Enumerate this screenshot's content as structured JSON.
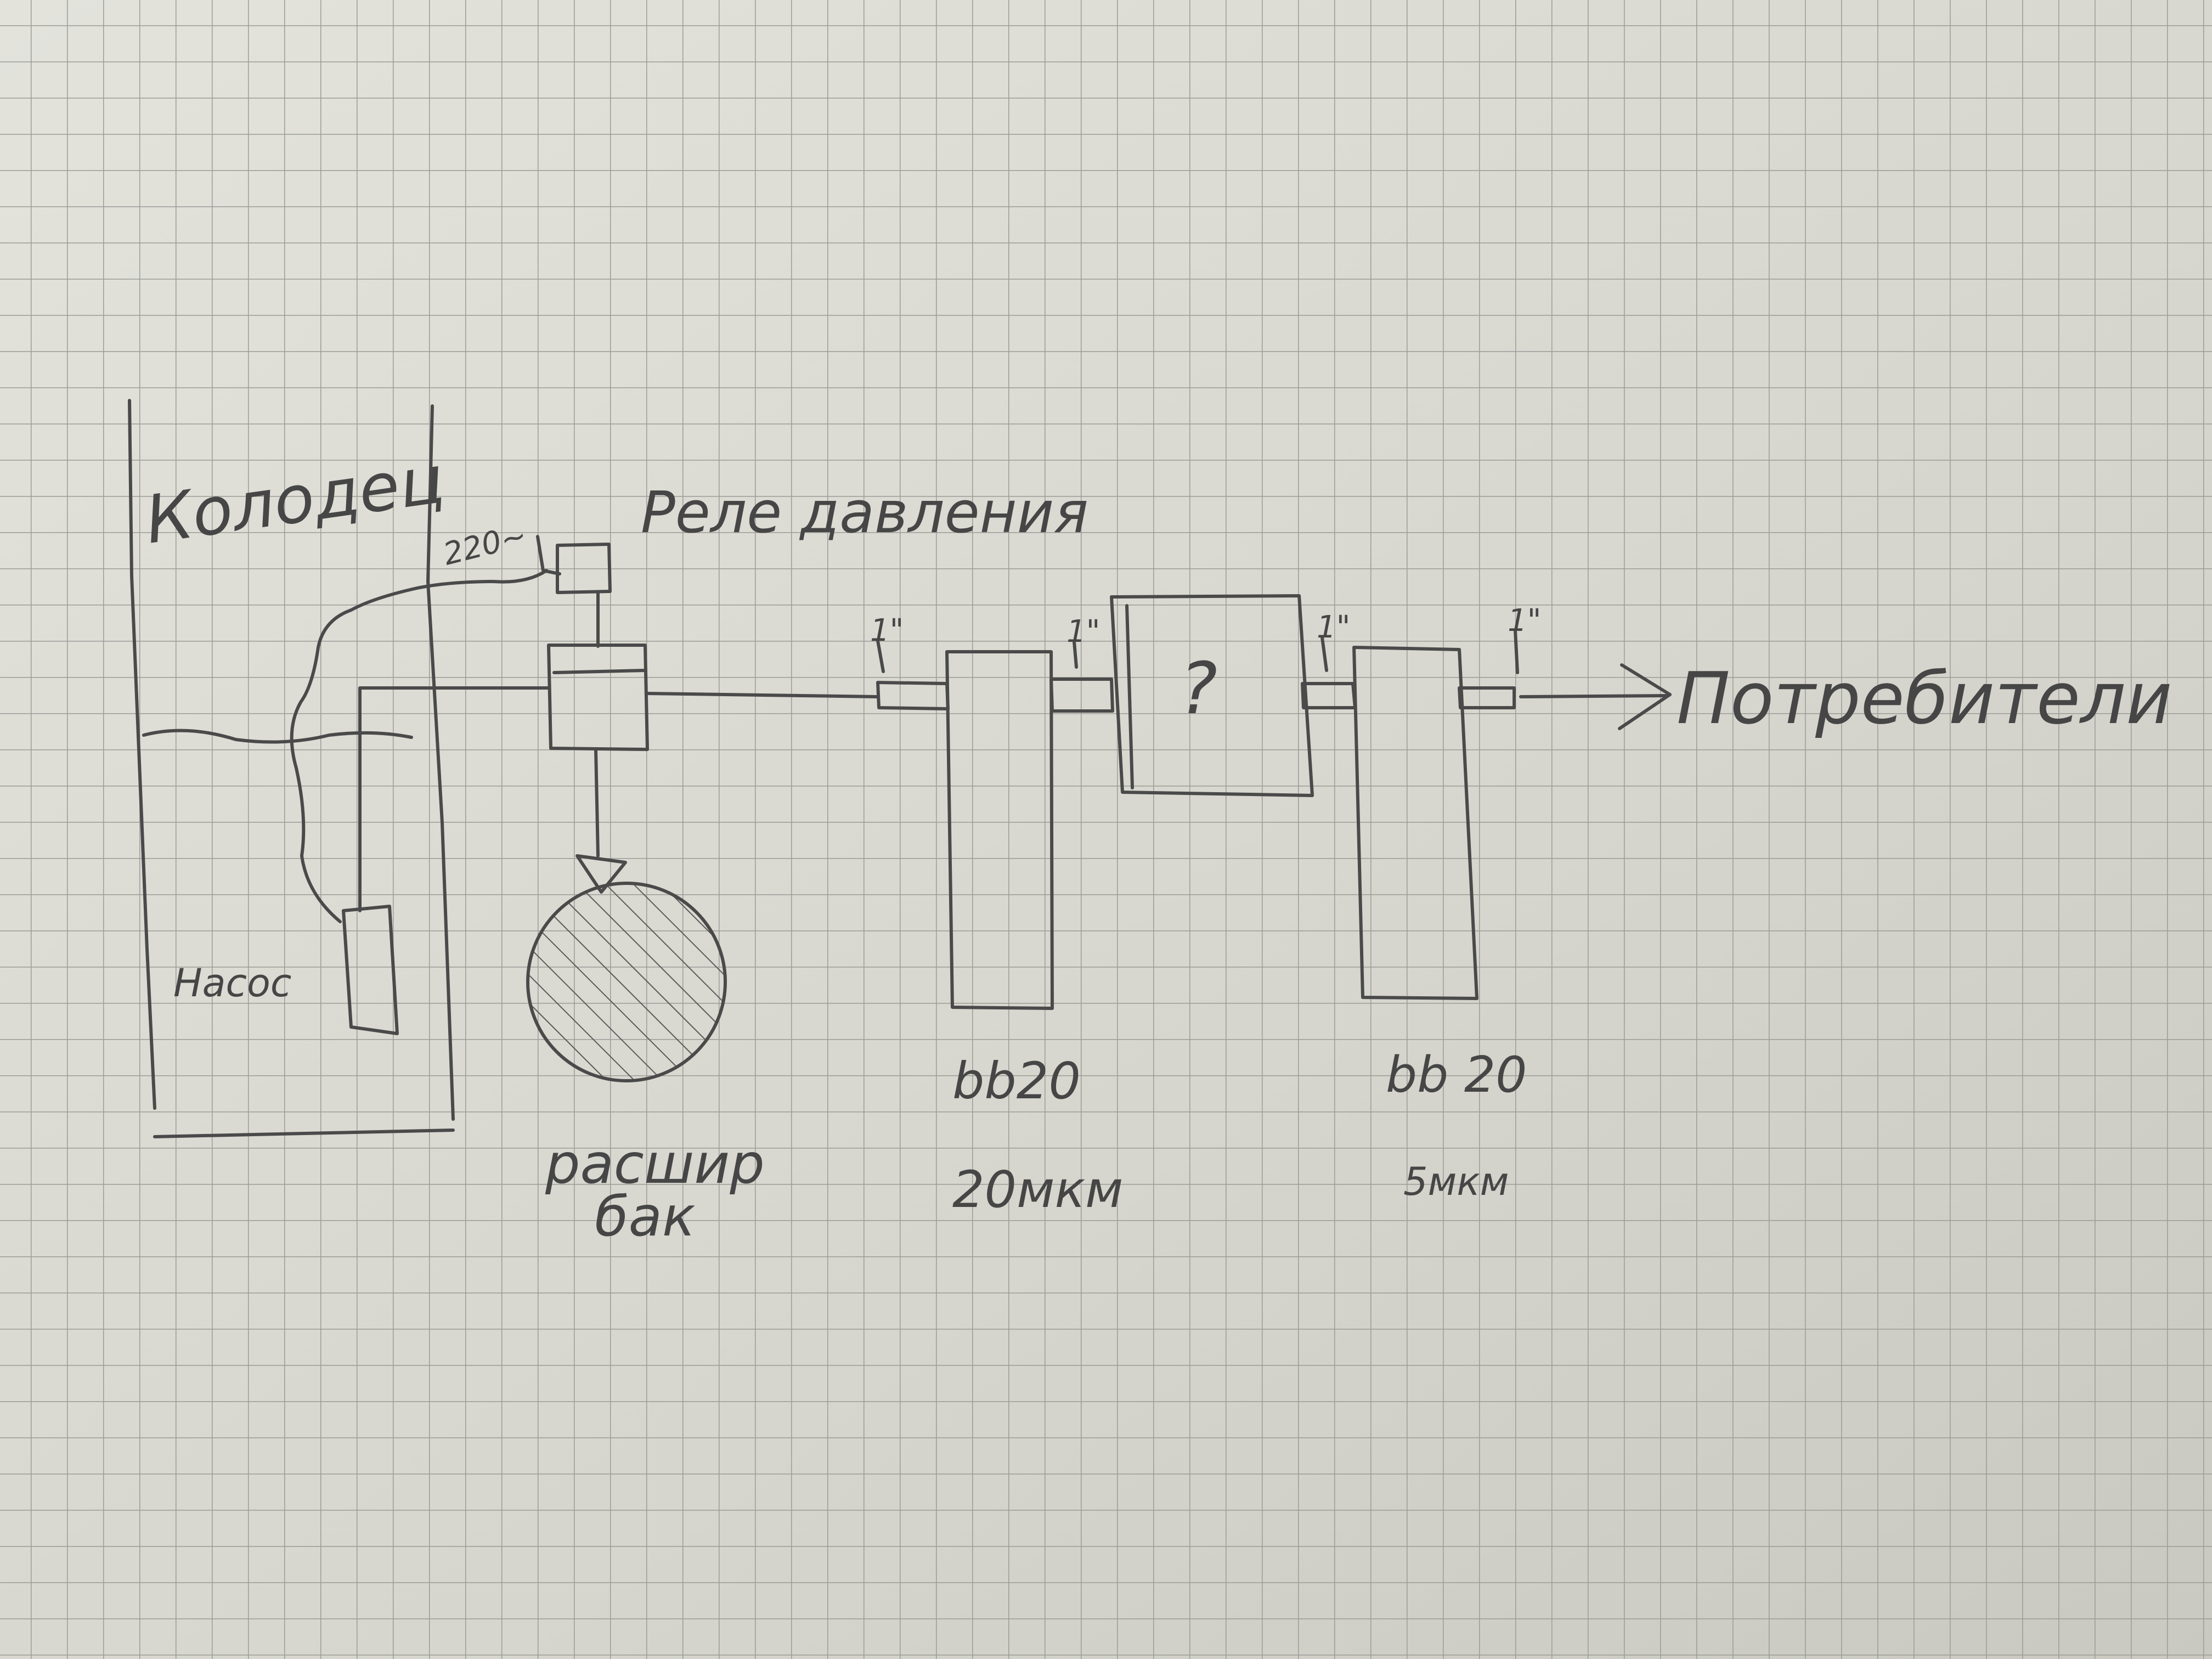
{
  "labels": {
    "well": "Колодец",
    "voltage": "220~",
    "pressure_switch": "Реле давления",
    "pump": "Насос",
    "tank_line1": "расшир",
    "tank_line2": "бак",
    "filter1_model": "bb20",
    "filter1_rating": "20мкм",
    "unknown_unit": "?",
    "filter2_model": "bb 20",
    "filter2_rating": "5мкм",
    "consumers": "Потребители",
    "fitting_mark": "1\""
  },
  "colors": {
    "paper": "#dcdcd4",
    "grid": "#9a9a96",
    "pencil": "#4a4a4a"
  }
}
